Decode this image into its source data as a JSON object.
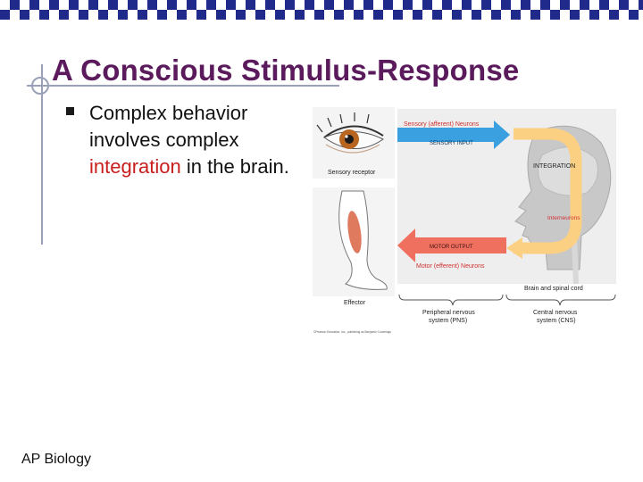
{
  "slide": {
    "title": "A Conscious Stimulus-Response",
    "bullet": {
      "part1": "Complex behavior involves complex ",
      "highlight": "integration",
      "part2": " in the brain."
    },
    "footer": "AP Biology"
  },
  "diagram": {
    "sensory_neurons": "Sensory (afferent) Neurons",
    "sensory_input": "SENSORY INPUT",
    "sensory_receptor": "Sensory receptor",
    "integration": "INTEGRATION",
    "interneurons": "Interneurons",
    "motor_output": "MOTOR OUTPUT",
    "motor_neurons": "Motor (efferent) Neurons",
    "effector": "Effector",
    "brain_spinal": "Brain and spinal cord",
    "pns_line1": "Peripheral nervous",
    "pns_line2": "system (PNS)",
    "cns_line1": "Central nervous",
    "cns_line2": "system (CNS)",
    "copyright": "©Pearson Education, Inc., publishing as Benjamin Cummings"
  },
  "colors": {
    "title": "#5b1a5b",
    "highlight": "#c81e1e",
    "topbar": "#1f2a8a",
    "sensory_arrow": "#3aa0e0",
    "motor_arrow": "#f07060",
    "integration_loop": "#fbd083"
  }
}
